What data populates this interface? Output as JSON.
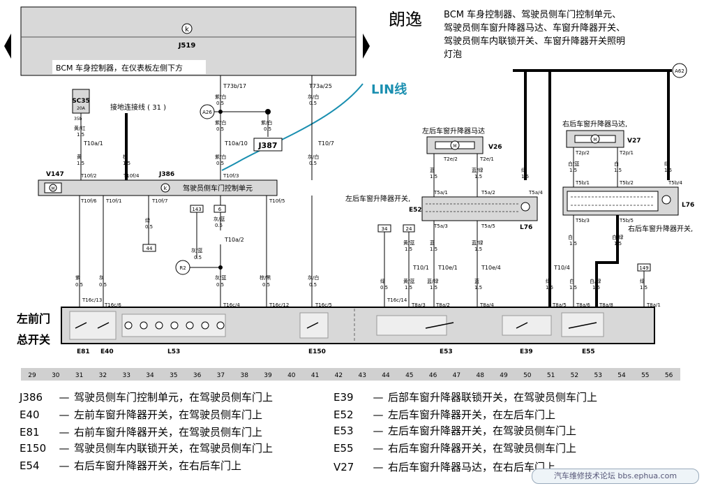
{
  "header": {
    "model": "朗逸",
    "title_lines": [
      "BCM 车身控制器、驾驶员侧车门控制单元、",
      "驾驶员侧车窗升降器马达、车窗升降器开关、",
      "驾驶员侧车内联锁开关、车窗升降器开关照明",
      "灯泡"
    ]
  },
  "annotation": {
    "lin": "LIN线"
  },
  "left_labels": {
    "line1": "左前门",
    "line2": "总开关"
  },
  "bcm": {
    "symbol": "k",
    "code": "J519",
    "description": "BCM 车身控制器，在仪表板左侧下方",
    "pins": [
      "T73b/17",
      "T73a/25"
    ]
  },
  "fuse": {
    "code": "SC35",
    "rating": "20A",
    "pin": "35b"
  },
  "ground_label": "接地连接线 ( 31 )",
  "connectors": {
    "a26": "A26",
    "a62": "A62",
    "r2": "R2",
    "j387": "J387"
  },
  "ctrl_unit": {
    "code": "V147",
    "j386": "J386",
    "symbol": "k",
    "description": "驾驶员侧车门控制单元",
    "pins_top": [
      "T10f/2",
      "T10f/4",
      "T10f/3"
    ],
    "pins_bottom": [
      "T10f/6",
      "T10f/1",
      "T10f/7",
      "T10f/5"
    ]
  },
  "motors": {
    "left": {
      "title": "左后车窗升降器马达",
      "code": "V26",
      "pins": [
        "T2e/2",
        "T2e/1"
      ]
    },
    "right": {
      "title": "右后车窗升降器马达,",
      "code": "V27",
      "pins": [
        "T2p/2",
        "T2p/1"
      ]
    }
  },
  "rear_switches": {
    "left": {
      "title": "左后车窗升降器开关,",
      "code": "E52",
      "lamp": "L76",
      "pins_top": [
        "T5a/1",
        "T5a/2",
        "T5a/4"
      ],
      "pins_bottom": [
        "T5a/3",
        "T5a/5"
      ]
    },
    "right": {
      "title": "右后车窗升降器开关,",
      "code": "L76",
      "pins_top": [
        "T5b/1",
        "T5b/2",
        "T5b/4"
      ],
      "pins_bottom": [
        "T5b/3",
        "T5b/5"
      ]
    }
  },
  "wire_labels": [
    {
      "c": "黄/红",
      "s": "1.5"
    },
    {
      "c": "黄",
      "s": "1.5"
    },
    {
      "c": "棕",
      "s": "1.5"
    },
    {
      "c": "紫/白",
      "s": "0.5"
    },
    {
      "c": "紫/白",
      "s": "0.5"
    },
    {
      "c": "紫/白",
      "s": "0.5"
    },
    {
      "c": "灰/白",
      "s": "0.5"
    },
    {
      "c": "灰/白",
      "s": "0.5"
    },
    {
      "c": "绿",
      "s": "0.5"
    },
    {
      "c": "紫",
      "s": "0.5"
    },
    {
      "c": "灰",
      "s": "0.5"
    },
    {
      "c": "棕/黑",
      "s": "0.5"
    },
    {
      "c": "灰/蓝",
      "s": "0.5"
    },
    {
      "c": "灰/蓝",
      "s": "0.5"
    },
    {
      "c": "蓝",
      "s": "1.5"
    },
    {
      "c": "蓝/绿",
      "s": "1.5"
    },
    {
      "c": "绿",
      "s": "1.5"
    },
    {
      "c": "白/蓝",
      "s": "1.5"
    },
    {
      "c": "白",
      "s": "1.5"
    },
    {
      "c": "白/绿",
      "s": "1.5"
    },
    {
      "c": "黄/蓝",
      "s": "1.5"
    },
    {
      "c": "蓝/绿",
      "s": "1.5"
    },
    {
      "c": "绿",
      "s": "0.5"
    },
    {
      "c": "黄/蓝",
      "s": "1.5"
    },
    {
      "c": "蓝/绿",
      "s": "1.5"
    },
    {
      "c": "白",
      "s": "1.5"
    },
    {
      "c": "白/绿",
      "s": "1.5"
    },
    {
      "c": "绿",
      "s": "1.5"
    },
    {
      "c": "黄/蓝",
      "s": "1.5"
    },
    {
      "c": "黄",
      "s": "1.5"
    }
  ],
  "intermediate_pins": [
    "T10a/1",
    "T10a/10",
    "T10/7",
    "T10a/2",
    "T10/1",
    "T10e/1",
    "T10e/4",
    "T10/4"
  ],
  "ref_boxes": [
    "44",
    "143",
    "6",
    "34",
    "24",
    "149"
  ],
  "door_switch_pins": [
    "T16c/13",
    "T16c/6",
    "T16c/4",
    "T16c/12",
    "T16c/5",
    "T16c/14",
    "T8a/3",
    "T8a/2",
    "T8a/4",
    "T8a/5",
    "T8a/6",
    "T8a/8",
    "T8a/1"
  ],
  "door_components": [
    "E81",
    "E40",
    "L53",
    "E150",
    "E53",
    "E39",
    "E55"
  ],
  "grid_numbers": [
    "29",
    "30",
    "31",
    "32",
    "33",
    "34",
    "35",
    "36",
    "37",
    "38",
    "39",
    "40",
    "41",
    "42",
    "43",
    "44",
    "45",
    "46",
    "47",
    "48",
    "49",
    "50",
    "51",
    "52",
    "53",
    "54",
    "55",
    "56"
  ],
  "legend_left": [
    {
      "code": "J386",
      "text": "驾驶员侧车门控制单元，在驾驶员侧车门上"
    },
    {
      "code": "E40",
      "text": "左前车窗升降器开关，在驾驶员侧车门上"
    },
    {
      "code": "E81",
      "text": "右前车窗升降器开关，在驾驶员侧车门上"
    },
    {
      "code": "E150",
      "text": "驾驶员侧车内联锁开关，在驾驶员侧车门上"
    },
    {
      "code": "E54",
      "text": "右后车窗升降器开关，在右后车门上"
    }
  ],
  "legend_right": [
    {
      "code": "E39",
      "text": "后部车窗升降器联锁开关，在驾驶员侧车门上"
    },
    {
      "code": "E52",
      "text": "左后车窗升降器开关，在左后车门上"
    },
    {
      "code": "E53",
      "text": "左后车窗升降器开关，在驾驶员侧车门上"
    },
    {
      "code": "E55",
      "text": "右后车窗升降器开关，在驾驶员侧车门上"
    },
    {
      "code": "V27",
      "text": "右后车窗升降器马达，在右后车门上"
    }
  ],
  "legend_dash": "—",
  "watermark": "汽车维修技术论坛 bbs.ephua.com"
}
